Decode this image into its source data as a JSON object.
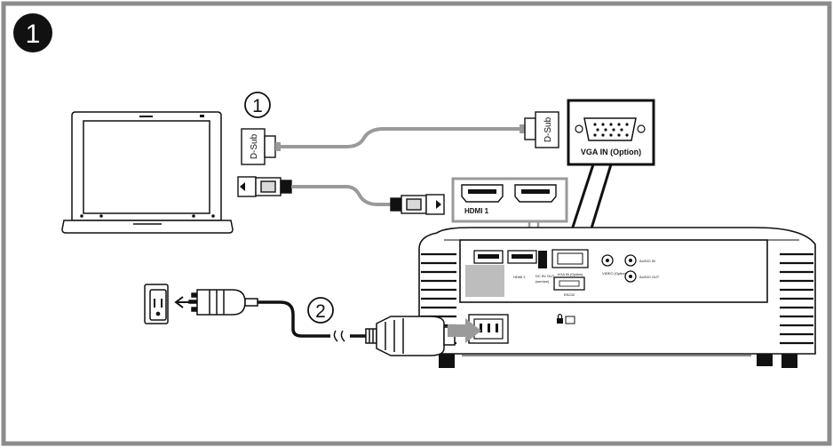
{
  "step_badge": "1",
  "callouts": {
    "laptop_cable": "1",
    "power_cable": "2"
  },
  "labels": {
    "dsub_left": "D-Sub",
    "dsub_right": "D-Sub",
    "vga_in": "VGA IN (Option)",
    "hdmi_1": "HDMI 1",
    "hdmi_2": "HDMI 2",
    "audio_in": "AUDIO IN",
    "audio_out": "AUDIO OUT",
    "rs232": "RS232",
    "dc_out": "DC 5V OUT",
    "dc_sub": "(service)",
    "vga_small": "VGA IN (Option)",
    "video": "VIDEO (Option)"
  },
  "colors": {
    "frame_gray": "#8c8c8c",
    "line": "#111111",
    "cable_gray": "#9a9a9a",
    "badge_fill": "#111111"
  },
  "icons": [
    "laptop-icon",
    "projector-icon",
    "wall-outlet-icon",
    "power-plug-icon",
    "lock-icon",
    "arrow-icon"
  ]
}
